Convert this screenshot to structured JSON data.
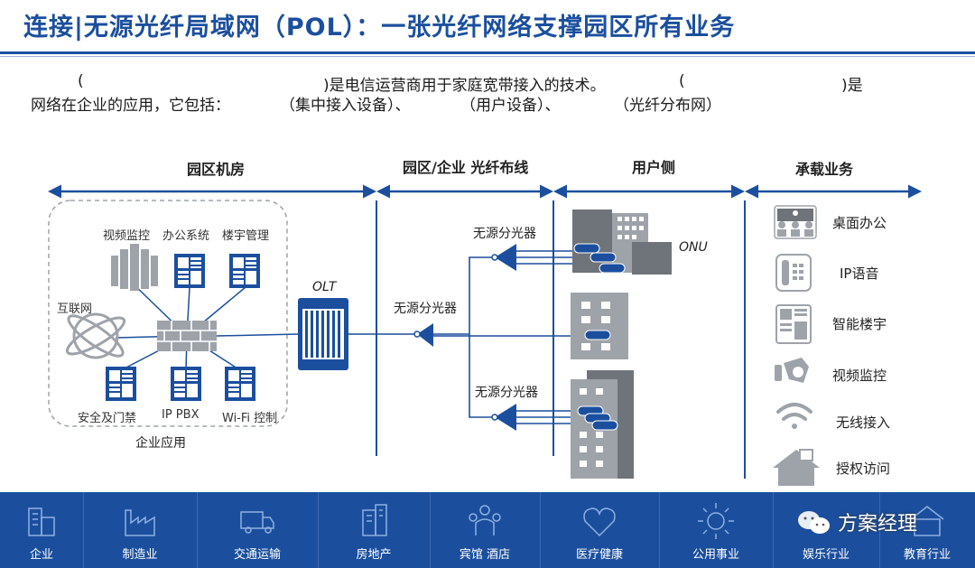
{
  "title": "连接|无源光纤局域网（POL）：一张光纤网络支撑园区所有业务",
  "intro": {
    "line1_paren": "(",
    "line1_text": ")是电信运营商用于家庭宽带接入的技术。",
    "line1_paren2": "(",
    "line1_end": ")是",
    "line2_text": "网络在企业的应用，它包括：",
    "item1": "（集中接入设备）、",
    "item2": "（用户设备）、",
    "item3": "（光纤分布网）"
  },
  "columns": [
    "园区机房",
    "园区/企业 光纤布线",
    "用户侧",
    "承载业务"
  ],
  "enterprise": {
    "apps_top": [
      "视频监控",
      "办公系统",
      "楼宇管理"
    ],
    "internet": "互联网",
    "apps_bottom": [
      "安全及门禁",
      "IP PBX",
      "Wi-Fi 控制"
    ],
    "caption": "企业应用"
  },
  "olt": "OLT",
  "onu": "ONU",
  "splitter_labels": [
    "无源分光器",
    "无源分光器",
    "无源分光器"
  ],
  "services": [
    {
      "label": "桌面办公",
      "icon": "meeting-icon"
    },
    {
      "label": "IP语音",
      "icon": "phone-icon"
    },
    {
      "label": "智能楼宇",
      "icon": "building-panel-icon"
    },
    {
      "label": "视频监控",
      "icon": "camera-icon"
    },
    {
      "label": "无线接入",
      "icon": "wifi-icon"
    },
    {
      "label": "授权访问",
      "icon": "house-icon"
    }
  ],
  "industries": [
    "企业",
    "制造业",
    "交通运输",
    "房地产",
    "宾馆 酒店",
    "医疗健康",
    "公用事业",
    "娱乐行业",
    "教育行业"
  ],
  "watermark": "方案经理",
  "colors": {
    "primary": "#1b4f9e",
    "gray": "#9ea3aa",
    "dark_gray": "#6f737a"
  }
}
